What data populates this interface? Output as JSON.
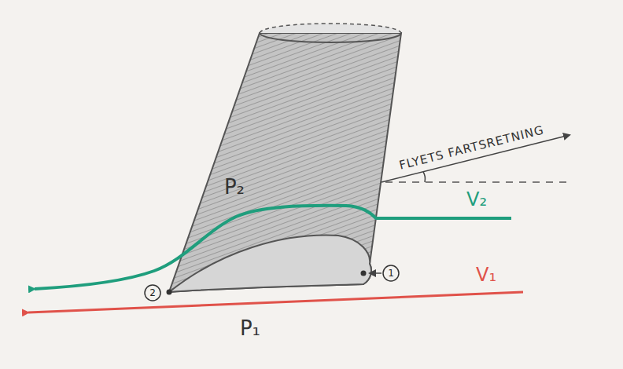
{
  "diagram": {
    "labels": [
      "FLYETS FARTSRETNING",
      "P₂",
      "V₂",
      "1",
      "V₁",
      "2",
      "P₁"
    ]
  }
}
